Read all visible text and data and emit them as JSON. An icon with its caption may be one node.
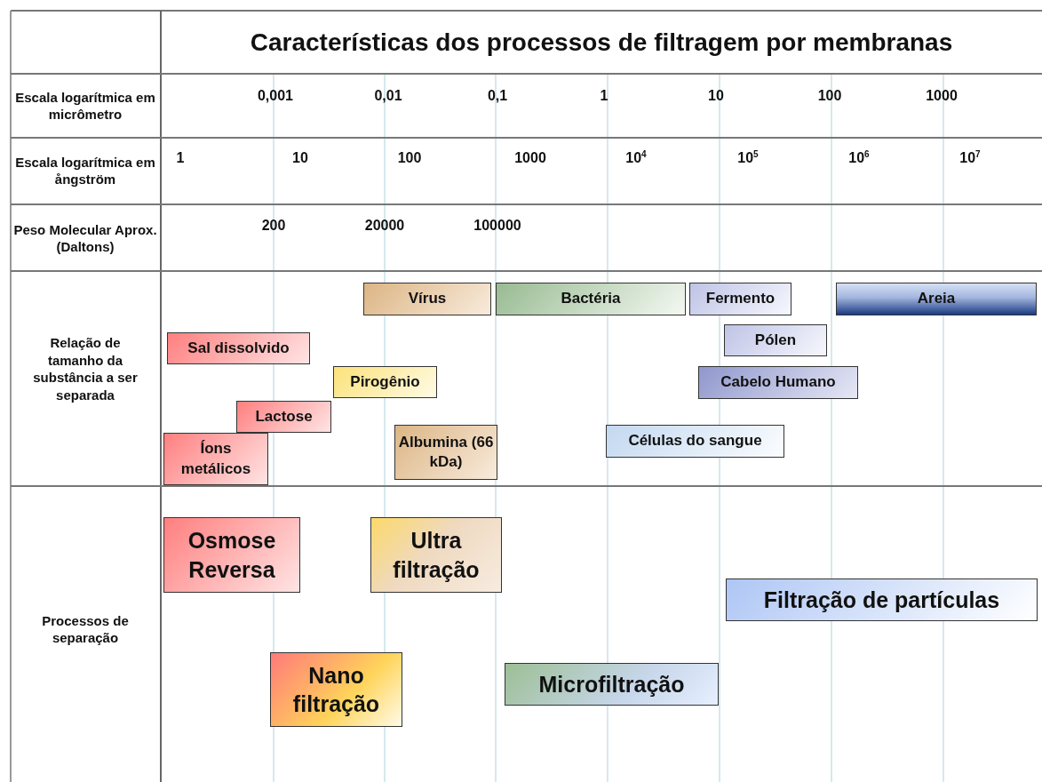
{
  "diagram": {
    "title": "Características dos processos de filtragem por membranas",
    "nodes": [
      {
        "text": [
          "Vírus"
        ]
      },
      {
        "text": [
          "Bactéria"
        ]
      },
      {
        "text": [
          "Fermento"
        ]
      },
      {
        "text": [
          "Areia"
        ]
      },
      {
        "text": [
          "Sal dissolvido"
        ]
      },
      {
        "text": [
          "Pólen"
        ]
      },
      {
        "text": [
          "Pirogênio"
        ]
      },
      {
        "text": [
          "Cabelo Humano"
        ]
      },
      {
        "text": [
          "Lactose"
        ]
      },
      {
        "text": [
          "Íons metálicos"
        ]
      },
      {
        "text": [
          "Albumina (66 kDa)"
        ]
      },
      {
        "text": [
          "Células do sangue"
        ]
      },
      {
        "text": [
          "Osmose Reversa"
        ]
      },
      {
        "text": [
          "Ultra filtração"
        ]
      },
      {
        "text": [
          "Filtração de partículas"
        ]
      },
      {
        "text": [
          "Nano filtração"
        ]
      },
      {
        "text": [
          "Microfiltração"
        ]
      }
    ],
    "labels": [
      "Escala logarítmica em micrômetro",
      "0,001",
      "0,01",
      "0,1",
      "1",
      "10",
      "100",
      "1000",
      "Escala logarítmica em ångström",
      "1",
      "10",
      "100",
      "1000",
      "10$^{4}$",
      "10$^{5}$",
      "10$^{6}$",
      "10$^{7}$",
      "Peso Molecular Aprox. (Daltons)",
      "200",
      "20000",
      "100000",
      "Relação de tamanho da substância a ser separada",
      "Processos de separação"
    ]
  }
}
